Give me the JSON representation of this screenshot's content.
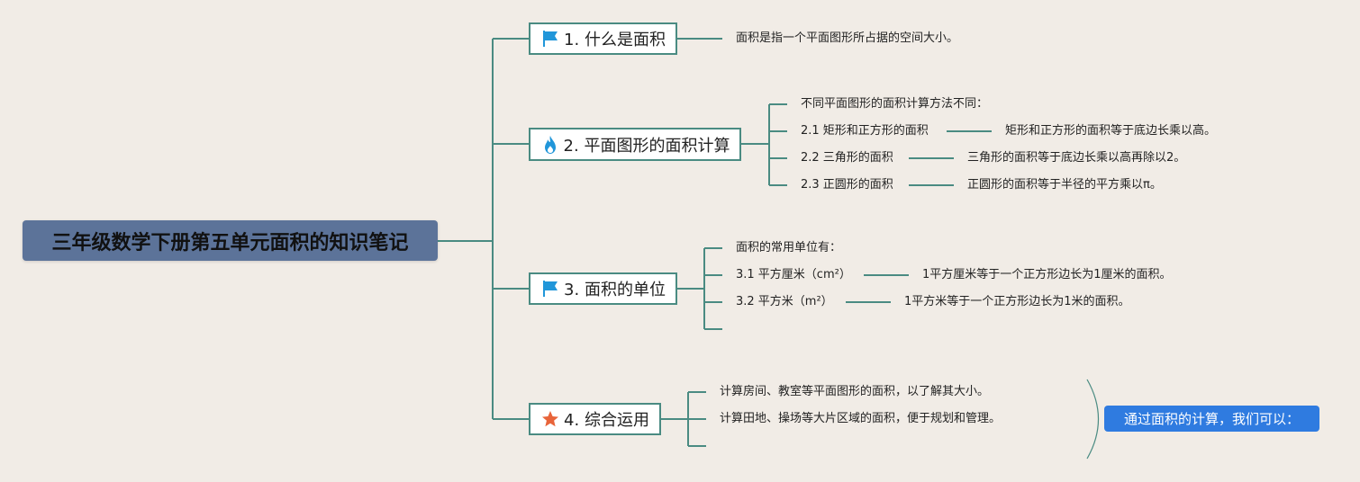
{
  "root": {
    "title": "三年级数学下册第五单元面积的知识笔记"
  },
  "branch1": {
    "label": "1. 什么是面积",
    "icon": "flag-icon",
    "items": [
      "面积是指一个平面图形所占据的空间大小。"
    ]
  },
  "branch2": {
    "label": "2. 平面图形的面积计算",
    "icon": "flame-icon",
    "intro": "不同平面图形的面积计算方法不同：",
    "items": [
      {
        "label": "2.1 矩形和正方形的面积",
        "detail": "矩形和正方形的面积等于底边长乘以高。"
      },
      {
        "label": "2.2 三角形的面积",
        "detail": "三角形的面积等于底边长乘以高再除以2。"
      },
      {
        "label": "2.3 正圆形的面积",
        "detail": "正圆形的面积等于半径的平方乘以π。"
      }
    ]
  },
  "branch3": {
    "label": "3. 面积的单位",
    "icon": "flag-icon",
    "intro": "面积的常用单位有：",
    "items": [
      {
        "label": "3.1 平方厘米（cm²）",
        "detail": "1平方厘米等于一个正方形边长为1厘米的面积。"
      },
      {
        "label": "3.2 平方米（m²）",
        "detail": "1平方米等于一个正方形边长为1米的面积。"
      }
    ]
  },
  "branch4": {
    "label": "4. 综合运用",
    "icon": "star-icon",
    "items": [
      "计算房间、教室等平面图形的面积，以了解其大小。",
      "计算田地、操场等大片区域的面积，便于规划和管理。"
    ],
    "summary": "通过面积的计算，我们可以："
  },
  "colors": {
    "background": "#f1ece6",
    "connector": "#4a8b82",
    "root": "#5c7399",
    "summary": "#2f7be0",
    "flag": "#2196d9",
    "star": "#e8643a"
  }
}
